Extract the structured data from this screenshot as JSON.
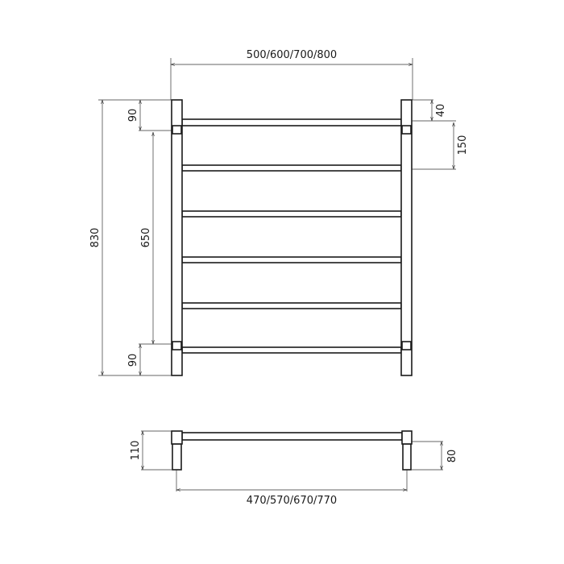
{
  "front_view": {
    "overall_width": "500/600/700/800",
    "overall_height": "830",
    "top_offset": "90",
    "bar_span": "650",
    "bottom_offset": "90",
    "top_bar_offset": "40",
    "bar_spacing": "150"
  },
  "side_view": {
    "depth": "110",
    "post_height": "80",
    "inner_width": "470/570/670/770"
  },
  "colors": {
    "line": "#1a1a1a"
  }
}
